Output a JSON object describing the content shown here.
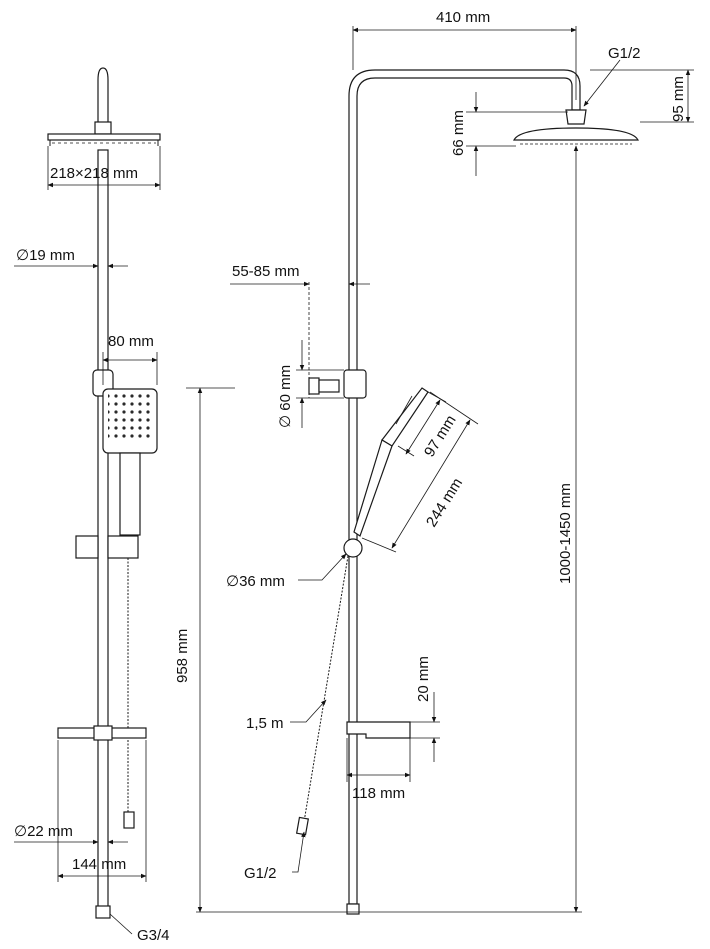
{
  "labels": {
    "head_size": "218×218 mm",
    "pipe_diameter": "∅19 mm",
    "hand_width": "80 mm",
    "height_958": "958 mm",
    "bottom_diameter": "∅22 mm",
    "bottom_width": "144 mm",
    "inlet_thread": "G3/4",
    "top_width": "410 mm",
    "head_thread": "G1/2",
    "drop_95": "95 mm",
    "drop_66": "66 mm",
    "wall_offset": "55-85 mm",
    "bracket_diameter": "∅ 60 mm",
    "hand_head_97": "97 mm",
    "hand_length_244": "244 mm",
    "total_height": "1000-1450 mm",
    "valve_diameter": "∅36 mm",
    "tray_height": "20 mm",
    "hose_length": "1,5 m",
    "tray_width": "118 mm",
    "hose_thread": "G1/2"
  }
}
